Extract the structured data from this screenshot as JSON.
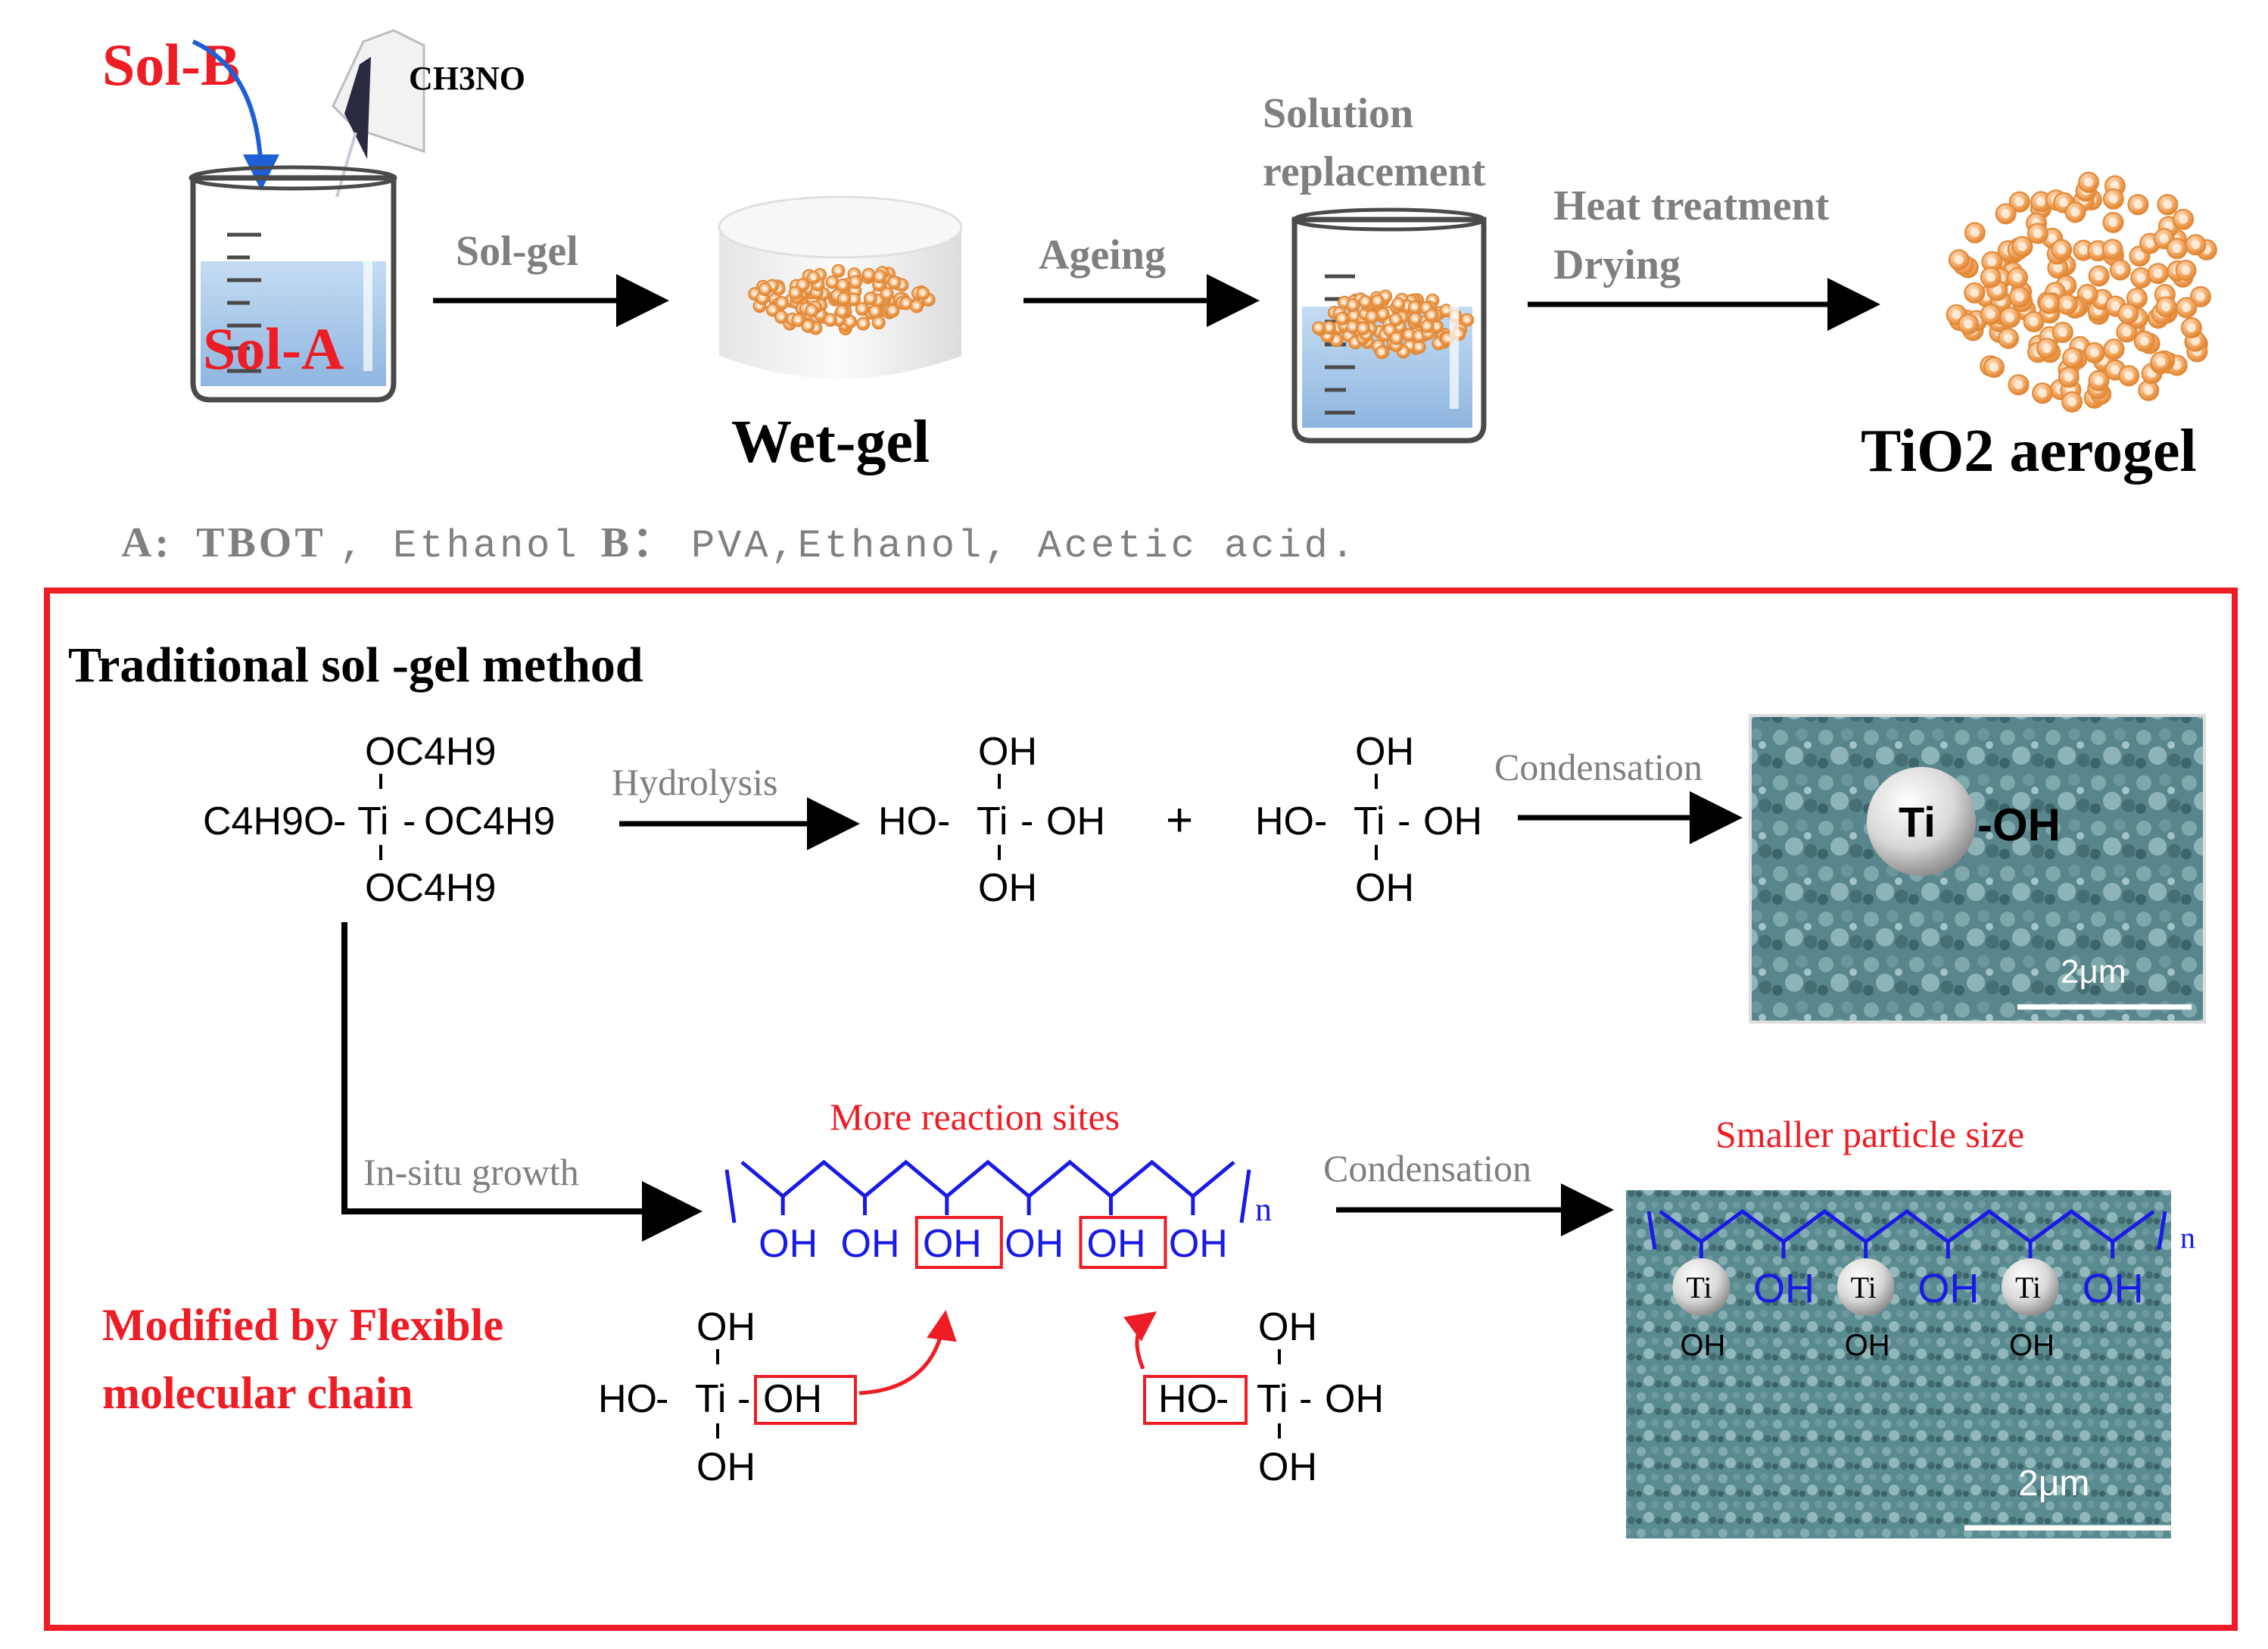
{
  "process": {
    "sol_b": "Sol-B",
    "reagent": "CH3NO",
    "sol_a": "Sol-A",
    "step1": "Sol-gel",
    "wet_gel": "Wet-gel",
    "step2": "Ageing",
    "step3_line1": "Solution",
    "step3_line2": "replacement",
    "step4_line1": "Heat treatment",
    "step4_line2": "Drying",
    "product": "TiO2 aerogel"
  },
  "composition": {
    "a_label": "A:",
    "a_bold": "TBOT",
    "a_rest": ", Ethanol",
    "b_label": "B：",
    "b_rest": "PVA,Ethanol, Acetic acid."
  },
  "mechanism": {
    "title": "Traditional sol -gel method",
    "precursor": {
      "top": "OC4H9",
      "left": "C4H9O",
      "center": "Ti",
      "right": "OC4H9",
      "bottom": "OC4H9"
    },
    "hydrolysis": "Hydrolysis",
    "plus": "+",
    "hydroxide": {
      "top": "OH",
      "left": "HO",
      "center": "Ti",
      "right": "OH",
      "bottom": "OH"
    },
    "condensation": "Condensation",
    "sem_ti": "Ti",
    "sem_oh": "-OH",
    "scale": "2μm",
    "insitu": "In-situ growth",
    "more_sites": "More reaction sites",
    "subscript_n": "n",
    "pva_oh": "OH",
    "smaller": "Smaller particle size",
    "modified_line1": "Modified by Flexible",
    "modified_line2": "molecular chain"
  },
  "colors": {
    "red": "#ee1c24",
    "blue": "#1a1ae6",
    "gray": "#7f7f7f",
    "sem": "#4f7f85",
    "particle": "#f0a05a"
  }
}
